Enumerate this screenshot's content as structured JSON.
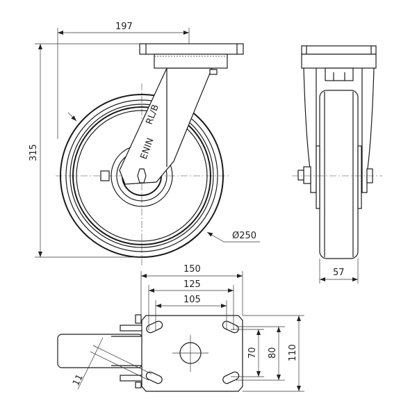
{
  "drawing": {
    "title": "Swivel castor technical drawing",
    "dimensions": {
      "plate_length": "197",
      "overall_height": "315",
      "wheel_diameter": "Ø250",
      "wheel_width": "57",
      "plate_width": "150",
      "hole_spacing_outer_x": "125",
      "hole_spacing_inner_x": "105",
      "hole_spacing_inner_y": "70",
      "hole_spacing_outer_y": "80",
      "plate_height": "110",
      "slot_width": "11"
    },
    "colors": {
      "line": "#1a1a1a",
      "background": "#ffffff"
    }
  }
}
